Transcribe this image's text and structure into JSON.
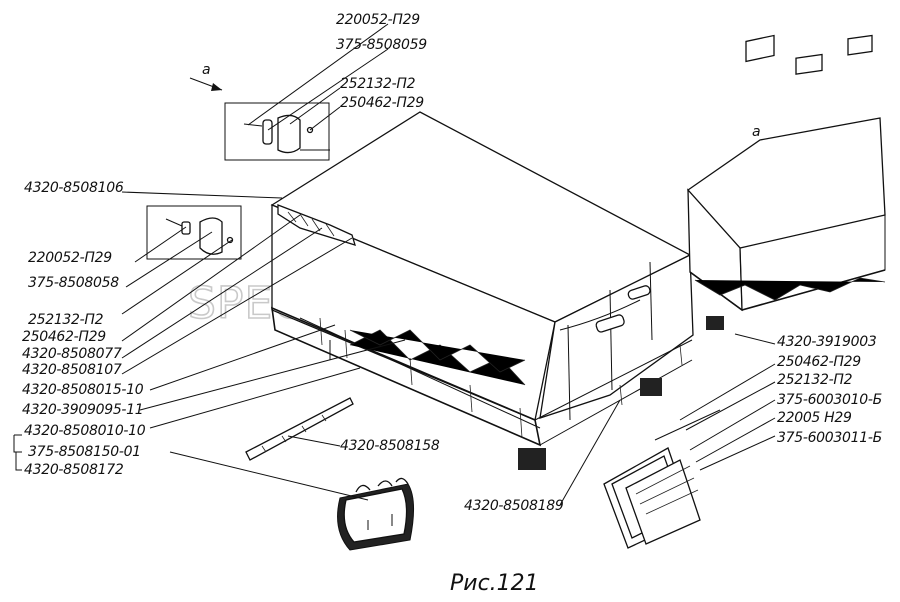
{
  "caption": "Рис.121",
  "watermark": "SPECSERVER.COM",
  "view_label": "a",
  "labels": {
    "t1": "220052-П29",
    "t2": "375-8508059",
    "t3": "252132-П2",
    "t4": "250462-П29",
    "l1": "4320-8508106",
    "l2": "220052-П29",
    "l3": "375-8508058",
    "l4": "252132-П2",
    "l5": "250462-П29",
    "l6": "4320-8508077",
    "l7": "4320-8508107",
    "l8": "4320-8508015-10",
    "l9": "4320-3909095-11",
    "l10": "4320-8508010-10",
    "l11": "375-8508150-01",
    "l12": "4320-8508172",
    "c1": "4320-8508158",
    "c2": "4320-8508189",
    "r1": "4320-3919003",
    "r2": "250462-П29",
    "r3": "252132-П2",
    "r4": "375-6003010-Б",
    "r5": "22005 Н29",
    "r6": "375-6003011-Б"
  }
}
